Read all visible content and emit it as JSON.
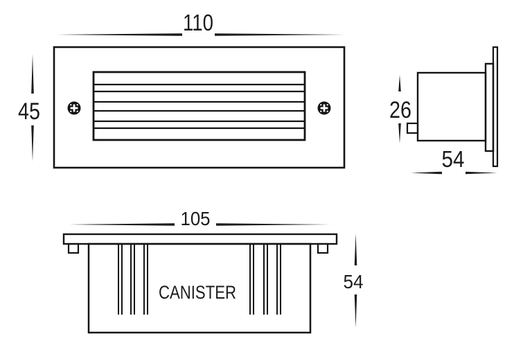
{
  "drawing": {
    "title": "brick-light-dimension-drawing",
    "front_view": {
      "width_label": "110",
      "height_label": "45"
    },
    "side_view": {
      "height_label": "26",
      "depth_label": "54"
    },
    "bottom_view": {
      "width_label": "105",
      "height_label": "54",
      "body_label": "CANISTER"
    },
    "colors": {
      "line": "#141414",
      "background": "#ffffff"
    }
  }
}
